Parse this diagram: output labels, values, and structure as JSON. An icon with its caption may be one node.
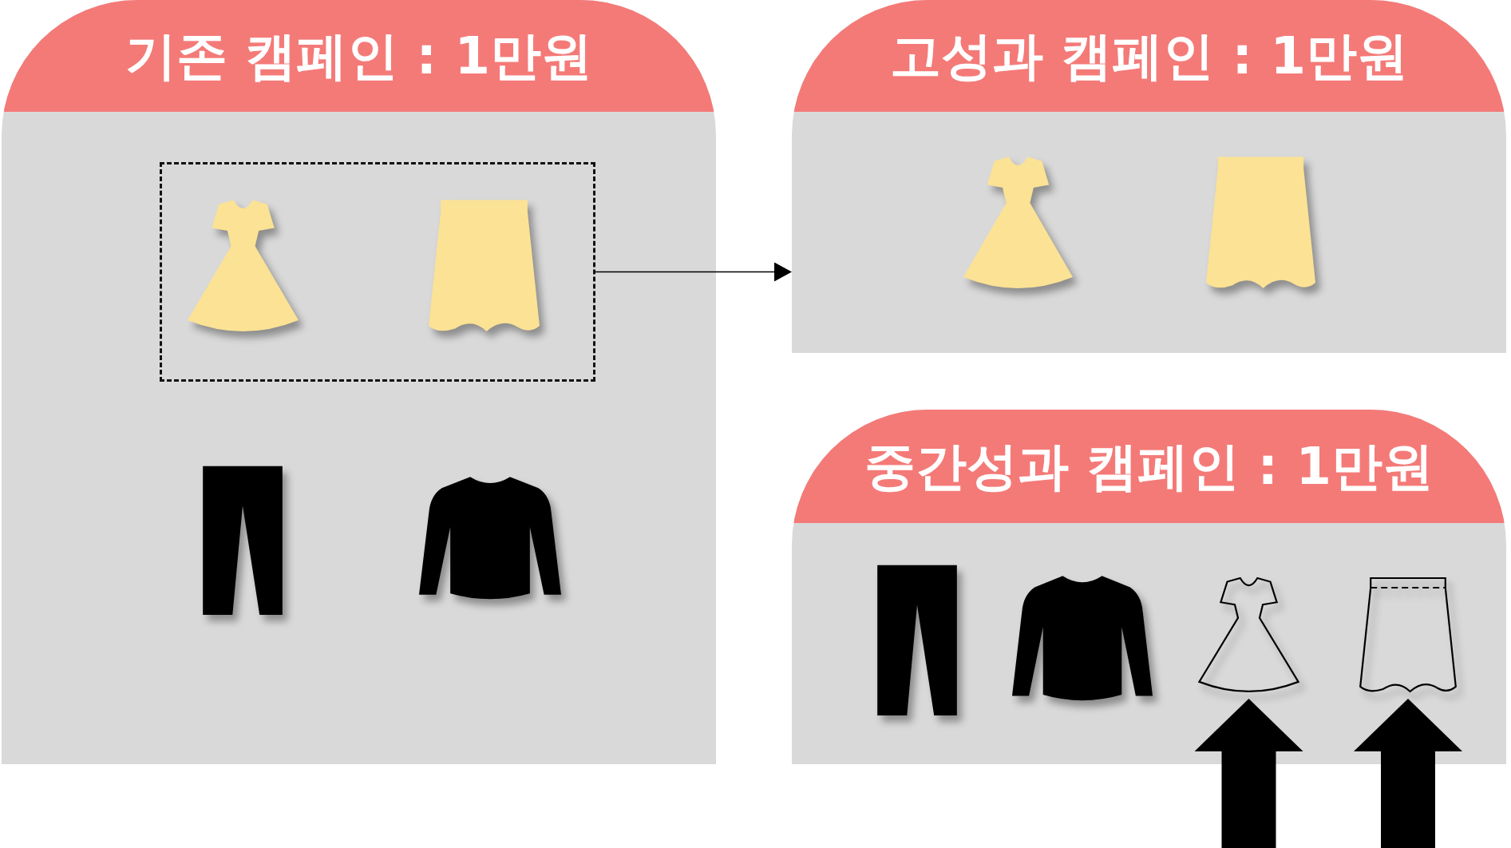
{
  "diagram": {
    "nodes": [
      {
        "text": [
          "기존 캠페인 : 1만원"
        ]
      },
      {
        "text": [],
        "shape": "box",
        "in": 0
      },
      {
        "text": [
          "고성과 캠페인 : 1만원"
        ]
      },
      {
        "text": [
          "중간성과 캠페인 : 1만원"
        ]
      },
      {
        "text": [],
        "shape": "picture",
        "in": 3
      },
      {
        "text": [],
        "shape": "picture",
        "in": 3
      }
    ],
    "edges": [
      {
        "from": 1,
        "to": 2,
        "arrow": "to"
      },
      {
        "from": null,
        "to": 4,
        "arrow": "to"
      },
      {
        "from": null,
        "to": 5,
        "arrow": "to"
      }
    ]
  }
}
